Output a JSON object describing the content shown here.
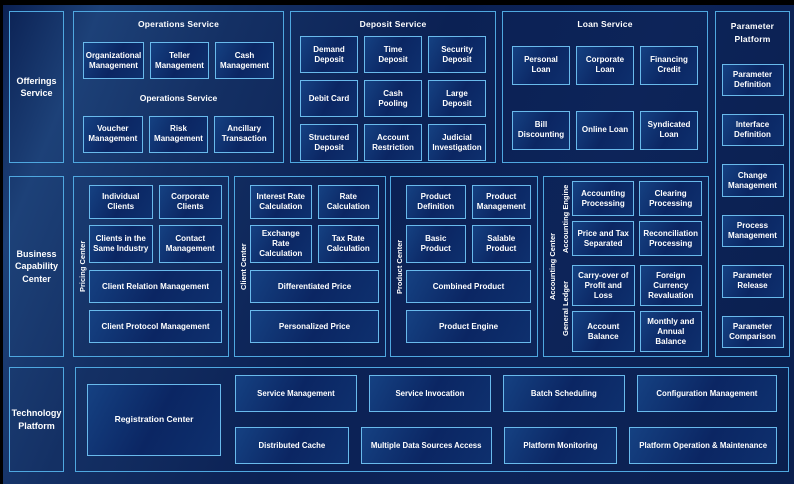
{
  "colors": {
    "background": "#0b2153",
    "panel_border": "#4fa8e0",
    "box_border": "#69baec",
    "box_fill": "#0b2663",
    "text": "#ffffff"
  },
  "left_rail": {
    "offerings": "Offerings Service",
    "business": "Business Capability Center",
    "technology": "Technology Platform"
  },
  "operations": {
    "title": "Operations Service",
    "mid_label": "Operations Service",
    "row1": [
      "Organizational Management",
      "Teller Management",
      "Cash Management"
    ],
    "row2": [
      "Voucher Management",
      "Risk Management",
      "Ancillary Transaction"
    ]
  },
  "deposit": {
    "title": "Deposit Service",
    "items": [
      "Demand Deposit",
      "Time Deposit",
      "Security Deposit",
      "Debit Card",
      "Cash Pooling",
      "Large Deposit",
      "Structured Deposit",
      "Account Restriction",
      "Judicial Investigation"
    ]
  },
  "loan": {
    "title": "Loan Service",
    "items": [
      "Personal Loan",
      "Corporate Loan",
      "Financing Credit",
      "Bill Discounting",
      "Online Loan",
      "Syndicated Loan"
    ]
  },
  "parameter": {
    "title": "Parameter Platform",
    "items": [
      "Parameter Definition",
      "Interface Definition",
      "Change Management",
      "Process Management",
      "Parameter Release",
      "Parameter Comparison"
    ]
  },
  "pricing_center": {
    "label": "Pricing Center",
    "grid": [
      "Individual Clients",
      "Corporate Clients",
      "Clients in the Same Industry",
      "Contact Management"
    ],
    "wide": [
      "Client Relation Management",
      "Client Protocol Management"
    ]
  },
  "client_center": {
    "label": "Client Center",
    "grid": [
      "Interest Rate Calculation",
      "Rate Calculation",
      "Exchange Rate Calculation",
      "Tax Rate Calculation"
    ],
    "wide": [
      "Differentiated Price",
      "Personalized Price"
    ]
  },
  "product_center": {
    "label": "Product Center",
    "grid": [
      "Product Definition",
      "Product Management",
      "Basic Product",
      "Salable Product"
    ],
    "wide": [
      "Combined Product",
      "Product Engine"
    ]
  },
  "accounting_center": {
    "label": "Accounting Center",
    "engine": {
      "label": "Accounting Engine",
      "grid": [
        "Accounting Processing",
        "Clearing Processing",
        "Price and Tax Separated",
        "Reconciliation Processing"
      ]
    },
    "ledger": {
      "label": "General Ledger",
      "grid": [
        "Carry-over of Profit and Loss",
        "Foreign Currency Revaluation",
        "Account Balance",
        "Monthly and Annual Balance"
      ]
    }
  },
  "technology_platform": {
    "registration": "Registration Center",
    "row1": [
      "Service Management",
      "Service Invocation",
      "Batch Scheduling",
      "Configuration Management"
    ],
    "row2": [
      "Distributed Cache",
      "Multiple Data Sources Access",
      "Platform Monitoring",
      "Platform Operation & Maintenance"
    ]
  }
}
